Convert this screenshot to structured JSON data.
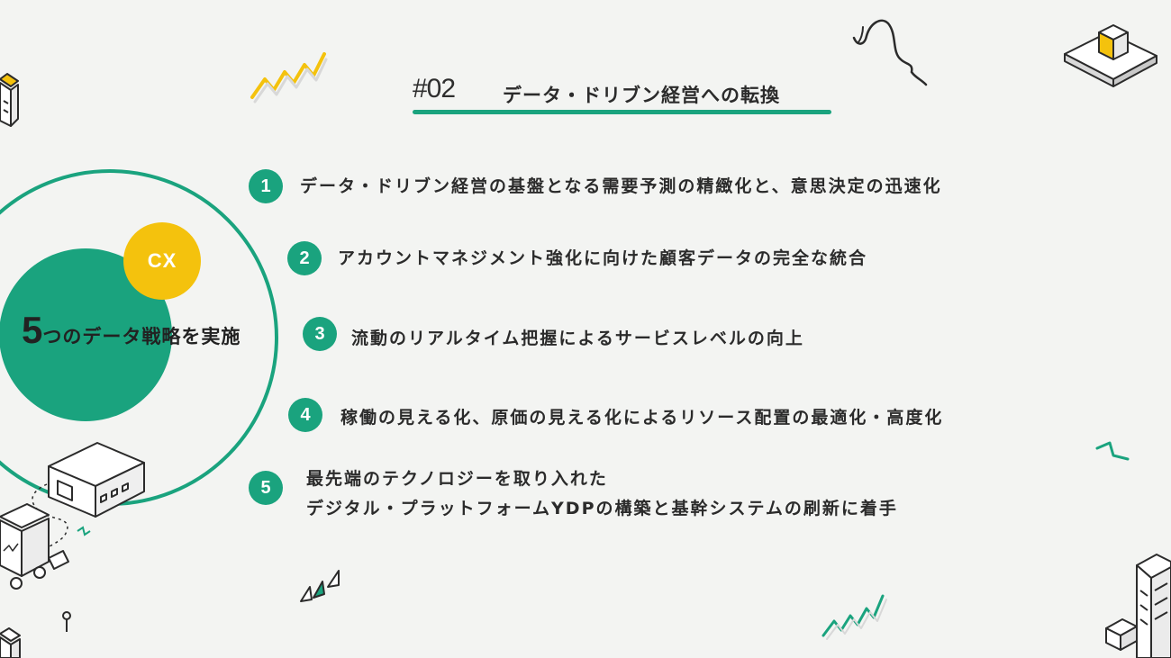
{
  "header": {
    "number": "#02",
    "title": "データ・ドリブン経営への転換"
  },
  "circle": {
    "cx_label": "CX",
    "strategy_number": "5",
    "strategy_text": "つのデータ戦略を実施"
  },
  "items": [
    {
      "badge": "1",
      "lines": [
        "データ・ドリブン経営の基盤となる需要予測の精緻化と、意思決定の迅速化"
      ]
    },
    {
      "badge": "2",
      "lines": [
        "アカウントマネジメント強化に向けた顧客データの完全な統合"
      ]
    },
    {
      "badge": "3",
      "lines": [
        "流動のリアルタイム把握によるサービスレベルの向上"
      ]
    },
    {
      "badge": "4",
      "lines": [
        "稼働の見える化、原価の見える化によるリソース配置の最適化・高度化"
      ]
    },
    {
      "badge": "5",
      "lines": [
        "最先端のテクノロジーを取り入れた",
        "デジタル・プラットフォームYDPの構築と基幹システムの刷新に着手"
      ]
    }
  ],
  "colors": {
    "background": "#f3f4f2",
    "accent_green": "#1aa37e",
    "accent_yellow": "#f4c20d",
    "text": "#2b2b2b"
  }
}
